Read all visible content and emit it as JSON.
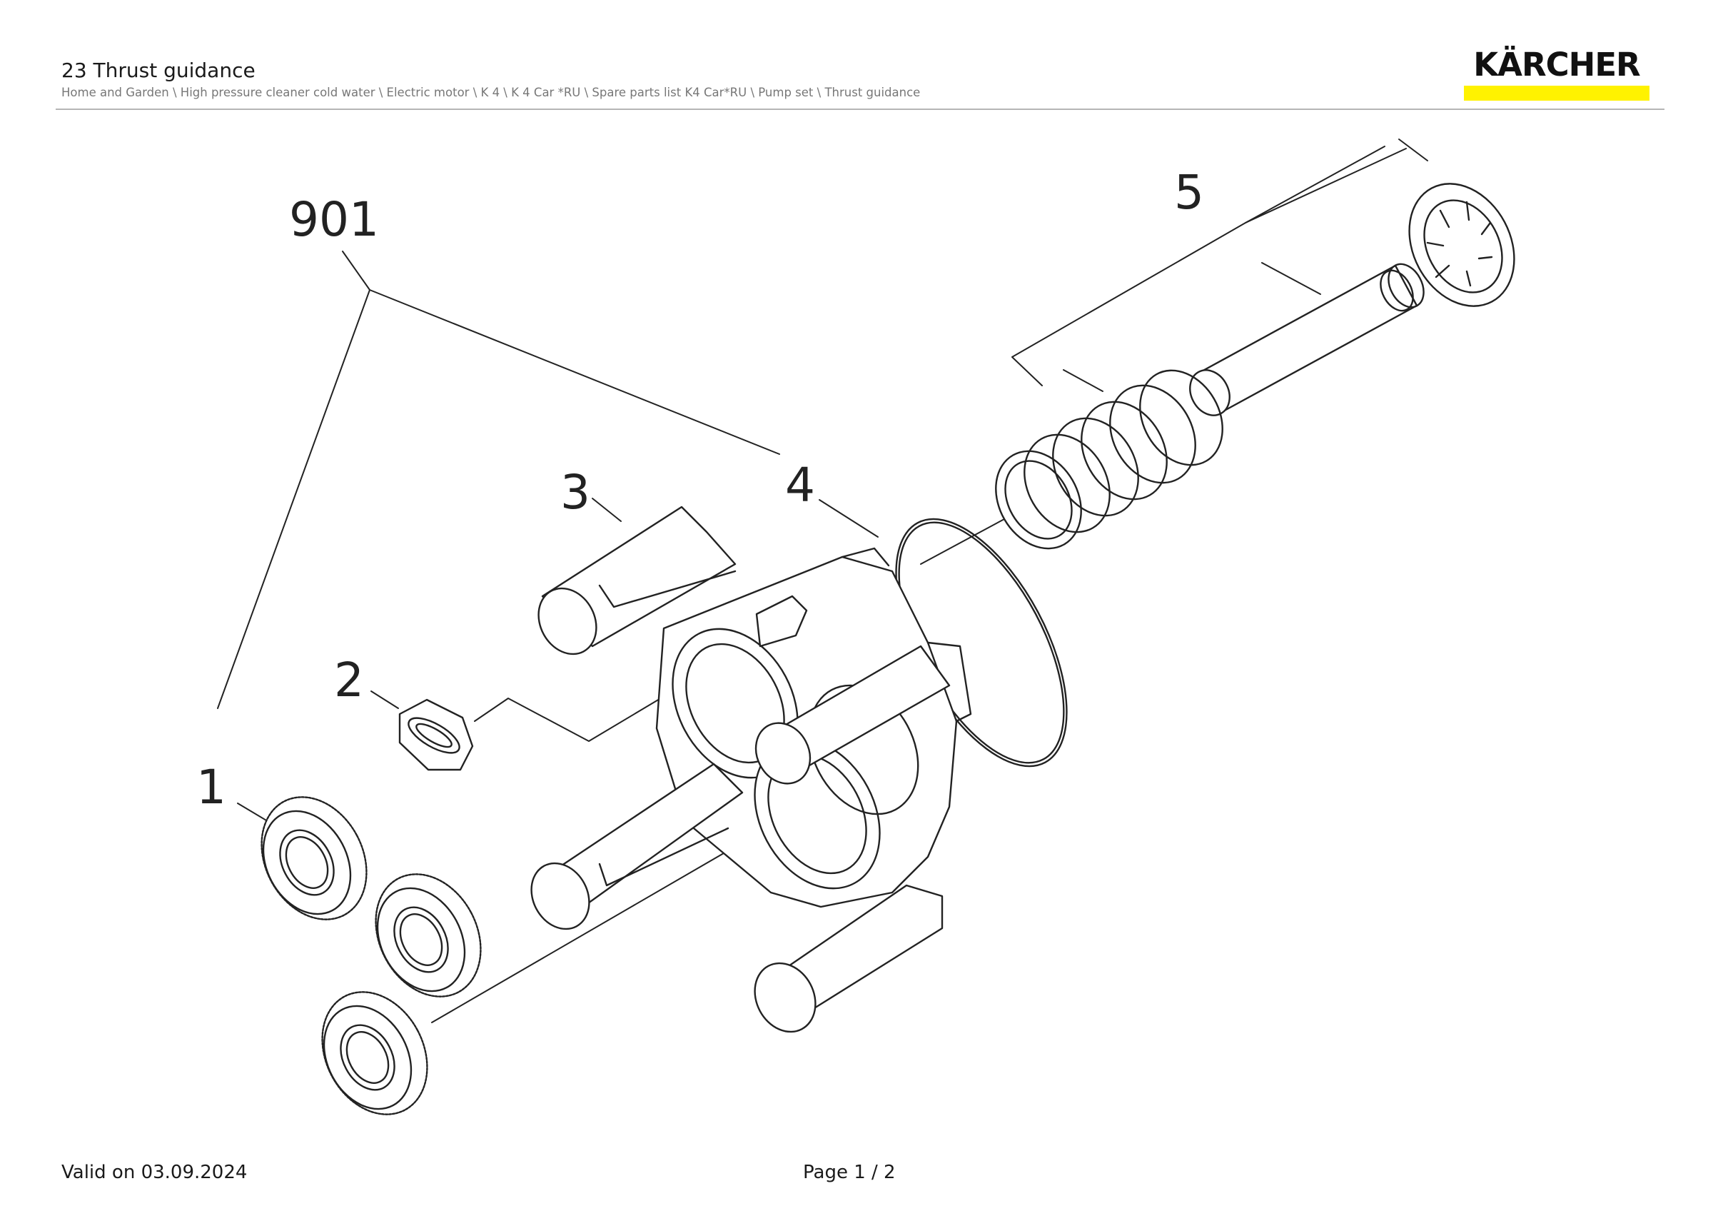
{
  "header": {
    "title": "23 Thrust guidance",
    "breadcrumb": "Home and Garden \\ High pressure cleaner cold water \\ Electric motor \\ K 4 \\ K 4 Car *RU \\ Spare parts list K4 Car*RU \\ Pump set \\ Thrust guidance"
  },
  "logo": {
    "text": "KÄRCHER",
    "accent_color": "#fff200"
  },
  "diagram": {
    "labels": {
      "assembly": "901",
      "part1": "1",
      "part2": "2",
      "part3": "3",
      "part4": "4",
      "part5": "5"
    }
  },
  "footer": {
    "valid": "Valid on 03.09.2024",
    "page": "Page 1 / 2"
  }
}
